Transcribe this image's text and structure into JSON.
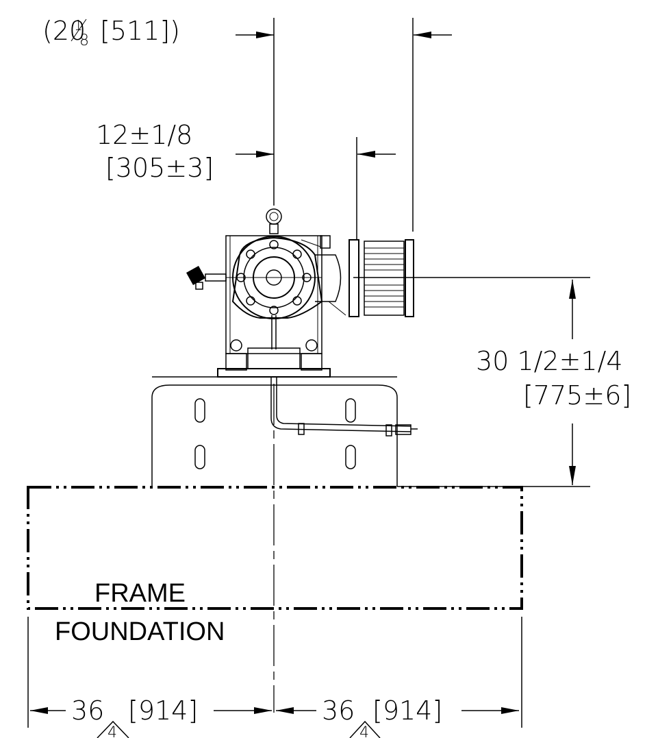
{
  "dimensions": {
    "overall_ref": {
      "open": "(20",
      "frac_num": "1",
      "frac_den": "8",
      "close": "[511])"
    },
    "offset": {
      "imperial": "12±1/8",
      "metric": "[305±3]"
    },
    "height": {
      "imperial": "30  1/2±1/4",
      "metric": "[775±6]"
    },
    "left_width": {
      "imperial": "36",
      "metric": "[914]"
    },
    "right_width": {
      "imperial": "36",
      "metric": "[914]"
    }
  },
  "labels": {
    "frame": "FRAME",
    "foundation": "FOUNDATION"
  },
  "revision_markers": [
    {
      "text": "4"
    },
    {
      "text": "4"
    }
  ]
}
